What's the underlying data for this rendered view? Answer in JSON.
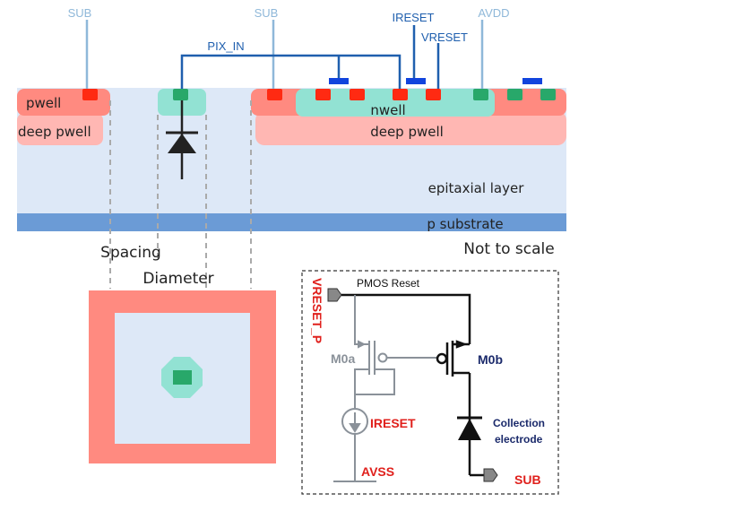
{
  "cross_section": {
    "terminals": {
      "sub_left": "SUB",
      "sub_mid": "SUB",
      "ireset": "IRESET",
      "avdd": "AVDD",
      "vreset": "VRESET",
      "pix_in": "PIX_IN"
    },
    "regions": {
      "pwell": "pwell",
      "deep_pwell_left": "deep pwell",
      "nwell": "nwell",
      "deep_pwell_right": "deep pwell",
      "epitaxial": "epitaxial layer",
      "substrate": "p substrate"
    },
    "note": "Not to scale"
  },
  "layout_view": {
    "spacing_label": "Spacing",
    "diameter_label": "Diameter"
  },
  "schematic": {
    "vreset_p": "VRESET_P",
    "pmos_reset": "PMOS Reset",
    "m0a": "M0a",
    "m0b": "M0b",
    "ireset": "IRESET",
    "avss": "AVSS",
    "collection_line1": "Collection",
    "collection_line2": "electrode",
    "sub": "SUB"
  },
  "colors": {
    "sub_label": "#8fb8d9",
    "blue_label": "#1f5fae",
    "wire": "#1f5fae",
    "pwell": "#ff8a80",
    "deep_pwell": "#ffb7b3",
    "nwell": "#92e2d3",
    "epi": "#dde8f7",
    "substrate": "#6b9bd6",
    "contact_red": "#ff2a12",
    "contact_green": "#28a86a",
    "metal_blue": "#1144dd",
    "schem_red": "#e0201c",
    "schem_navy": "#1b2a6b",
    "schem_grey": "#8a9199"
  }
}
